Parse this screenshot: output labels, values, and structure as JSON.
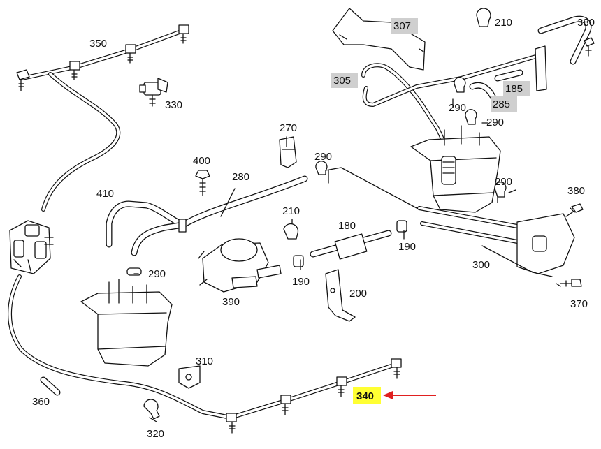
{
  "colors": {
    "callout_grey": "#cfcfcf",
    "highlight": "#ffff33",
    "arrow": "#e02020"
  },
  "labels": {
    "l350": "350",
    "l330": "330",
    "l270": "270",
    "l290a": "290",
    "l400": "400",
    "l280": "280",
    "l410": "410",
    "l210b": "210",
    "l180": "180",
    "l190a": "190",
    "l190b": "190",
    "l290b": "290",
    "l390": "390",
    "l200": "200",
    "l310": "310",
    "l360": "360",
    "l320": "320",
    "l340": "340",
    "l307": "307",
    "l210a": "210",
    "l380a": "380",
    "l305": "305",
    "l185": "185",
    "l285": "285",
    "l290c": "290",
    "l290d": "290",
    "l290e": "290",
    "l380b": "380",
    "l300": "300",
    "l370": "370"
  },
  "callouts": {
    "highlighted": "340",
    "grey": [
      "307",
      "305",
      "185",
      "285"
    ]
  }
}
